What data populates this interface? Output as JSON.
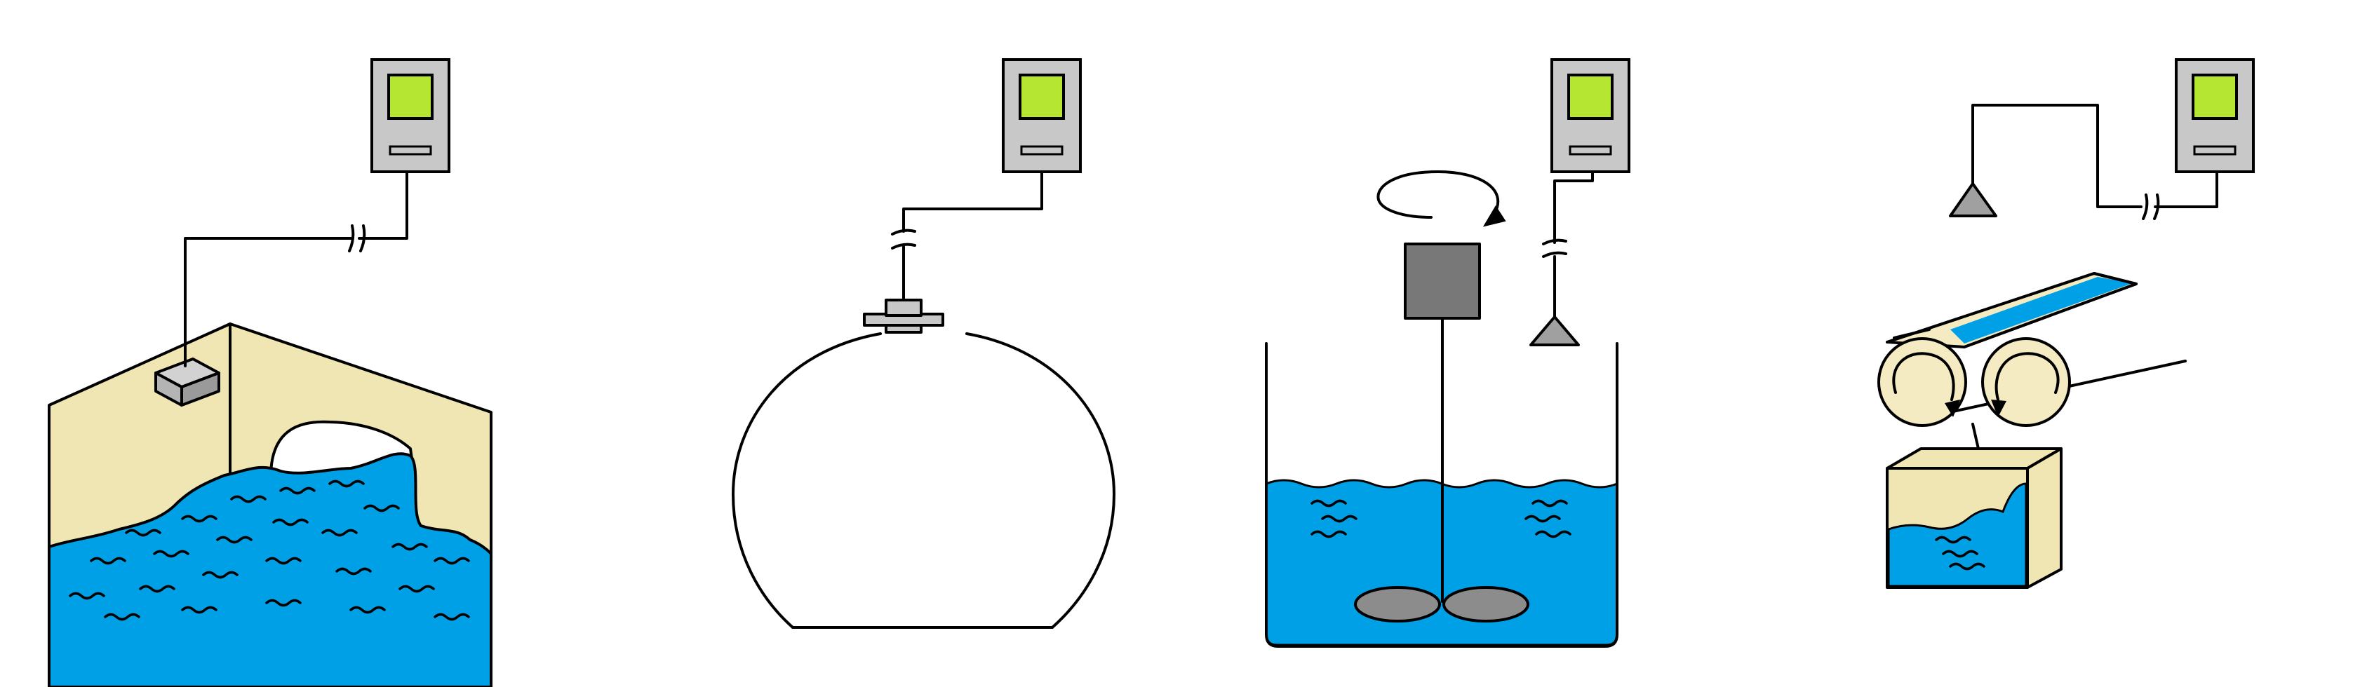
{
  "colors": {
    "water": "#00a0e6",
    "wall": "#f0e6b4",
    "roller": "#f5ebc3",
    "device_body": "#c8c8c8",
    "device_screen": "#b4e632",
    "sensor_gray": "#a0a0a0",
    "motor_gray": "#787878",
    "outline": "#000000"
  },
  "scenes": [
    {
      "name": "open-channel-overflow",
      "sensor_icon": "box-sensor-icon",
      "device_icon": "level-meter-device-icon"
    },
    {
      "name": "spherical-tank",
      "sensor_icon": "top-mounted-sensor-icon",
      "device_icon": "level-meter-device-icon"
    },
    {
      "name": "agitated-vessel",
      "sensor_icon": "cone-sensor-icon",
      "device_icon": "level-meter-device-icon"
    },
    {
      "name": "roller-press-hopper",
      "sensor_icon": "cone-sensor-icon",
      "device_icon": "level-meter-device-icon"
    }
  ]
}
